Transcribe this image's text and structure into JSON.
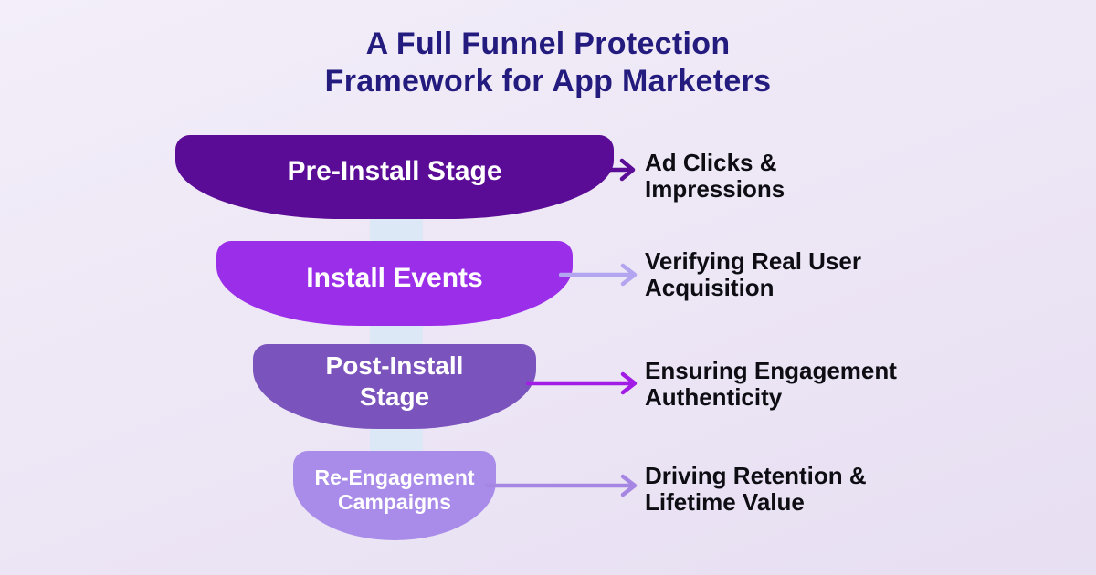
{
  "title": {
    "lines": [
      "A Full Funnel Protection",
      "Framework for App Marketers"
    ]
  },
  "colors": {
    "background_top": "#f3eef9",
    "background_bottom": "#e7dff2",
    "title_text": "#241b7e",
    "description_text": "#0e0d13",
    "stage_text": "#ffffff",
    "stripe": "#dde8f7"
  },
  "funnel": {
    "stages": [
      {
        "label": "Pre-Install Stage",
        "description": "Ad Clicks & Impressions",
        "description_lines": [
          "Ad Clicks &",
          "Impressions"
        ],
        "fill_color": "#5a0c96",
        "arrow_color": "#5a0c96"
      },
      {
        "label": "Install Events",
        "description": "Verifying Real User Acquisition",
        "description_lines": [
          "Verifying Real User",
          "Acquisition"
        ],
        "fill_color": "#9b2ee9",
        "arrow_color": "#b3a5ef"
      },
      {
        "label": "Post-Install Stage",
        "description": "Ensuring Engagement Authenticity",
        "description_lines": [
          "Ensuring Engagement",
          "Authenticity"
        ],
        "fill_color": "#7a53bd",
        "arrow_color": "#a11ce4"
      },
      {
        "label": "Re-Engagement Campaigns",
        "description": "Driving Retention & Lifetime Value",
        "description_lines": [
          "Driving Retention &",
          "Lifetime Value"
        ],
        "fill_color": "#a98ce9",
        "arrow_color": "#a587e3"
      }
    ]
  }
}
